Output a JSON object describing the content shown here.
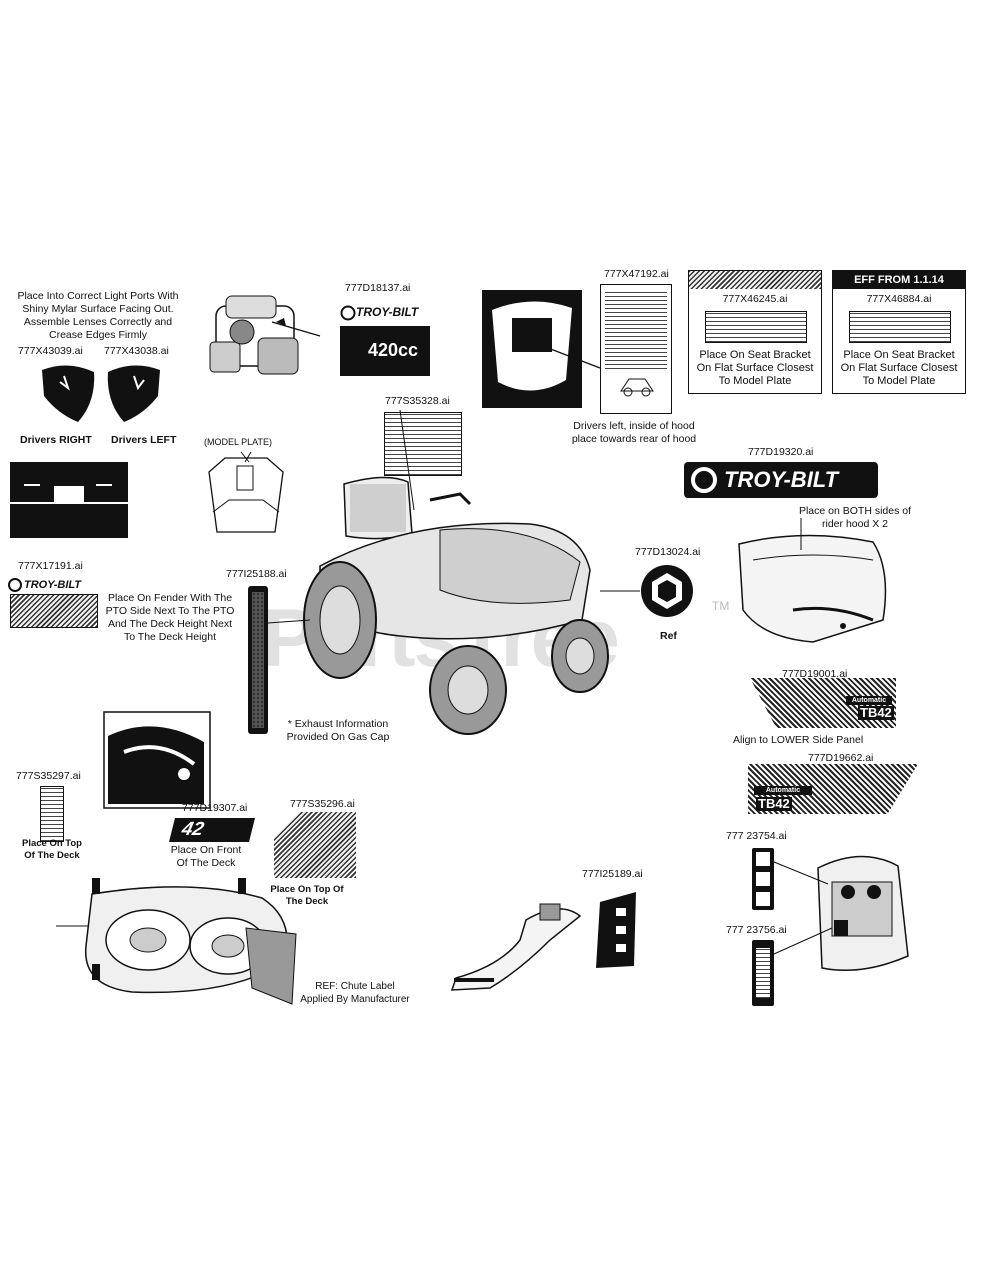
{
  "watermark": {
    "text": "PartsTree",
    "tm": "TM"
  },
  "colors": {
    "ink": "#111111",
    "paper": "#ffffff",
    "watermark": "#aaaaaa"
  },
  "labels": {
    "light_ports_note": [
      "Place Into Correct Light Ports With",
      "Shiny Mylar Surface Facing Out.",
      "Assemble Lenses Correctly and",
      "Crease Edges Firmly"
    ],
    "p_777X43039": "777X43039.ai",
    "p_777X43038": "777X43038.ai",
    "drivers_right": "Drivers RIGHT",
    "drivers_left": "Drivers LEFT",
    "p_777X17191": "777X17191.ai",
    "brand_small": "TROY-BILT",
    "fender_note": [
      "Place On Fender With The",
      "PTO Side Next To The PTO",
      "And The Deck Height Next",
      "To The Deck Height"
    ],
    "p_777D18137": "777D18137.ai",
    "cc_value": "420cc",
    "model_plate": "(MODEL PLATE)",
    "p_777S35328": "777S35328.ai",
    "p_777X47192": "777X47192.ai",
    "hood_note": [
      "Drivers left, inside of hood",
      "place towards rear of hood"
    ],
    "p_777X46245": "777X46245.ai",
    "seat_note_1": [
      "Place On Seat Bracket",
      "On Flat Surface Closest",
      "To Model Plate"
    ],
    "eff_from": "EFF FROM 1.1.14",
    "p_777X46884": "777X46884.ai",
    "seat_note_2": [
      "Place On Seat Bracket",
      "On Flat Surface Closest",
      "To Model Plate"
    ],
    "p_777D19320": "777D19320.ai",
    "brand_large": "TROY-BILT",
    "both_sides_note": [
      "Place on BOTH sides of",
      "rider hood X 2"
    ],
    "p_777D13024": "777D13024.ai",
    "ref": "Ref",
    "p_777I25188_a": "777I25188.ai",
    "exhaust_note": [
      "* Exhaust Information",
      "Provided On Gas Cap"
    ],
    "p_777D19001": "777D19001.ai",
    "automatic_1": "Automatic",
    "tb42_1": "TB42",
    "align_note": "Align to LOWER Side Panel",
    "p_777D19662": "777D19662.ai",
    "automatic_2": "Automatic",
    "tb42_2": "TB42",
    "p_777S35297": "777S35297.ai",
    "deck_top_note_1": [
      "Place On Top",
      "Of The Deck"
    ],
    "p_777D19307": "777D19307.ai",
    "deck_42": "42",
    "front_deck_note": [
      "Place On Front",
      "Of The Deck"
    ],
    "p_777S35296": "777S35296.ai",
    "deck_top_note_2": [
      "Place On Top Of",
      "The Deck"
    ],
    "chute_note": [
      "REF: Chute Label",
      "Applied By Manufacturer"
    ],
    "p_777I25189": "777I25189.ai",
    "p_777I23754": "777 23754.ai",
    "p_777I23756": "777 23756.ai"
  }
}
